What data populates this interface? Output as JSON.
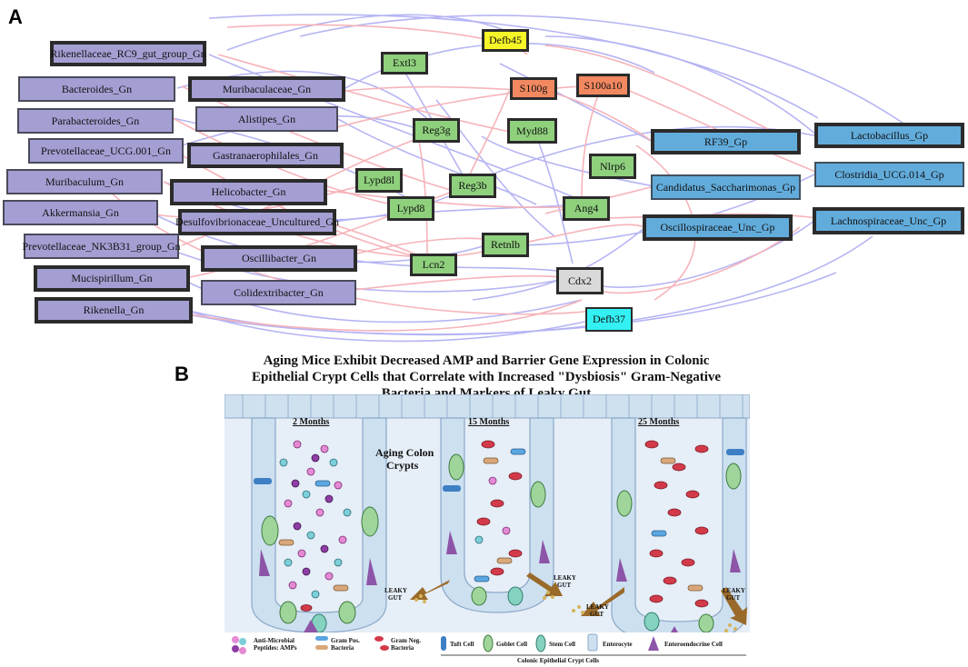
{
  "panel_a": {
    "letter": "A",
    "nodes": {
      "defb45": "Defb45",
      "extl3": "Extl3",
      "s100g": "S100g",
      "s100a10": "S100a10",
      "reg3g": "Reg3g",
      "myd88": "Myd88",
      "nlrp6": "Nlrp6",
      "lypd8l": "Lypd8l",
      "reg3b": "Reg3b",
      "lypd8": "Lypd8",
      "ang4": "Ang4",
      "retnlb": "Retnlb",
      "lcn2": "Lcn2",
      "cdx2": "Cdx2",
      "defb37": "Defb37",
      "rikenellaceae_rc9": "Rikenellaceae_RC9_gut_group_Gn",
      "bacteroides": "Bacteroides_Gn",
      "muribaculaceae": "Muribaculaceae_Gn",
      "parabacteroides": "Parabacteroides_Gn",
      "alistipes": "Alistipes_Gn",
      "prevotellaceae_ucg001": "Prevotellaceae_UCG.001_Gn",
      "gastranaerophilales": "Gastranaerophilales_Gn",
      "muribaculum": "Muribaculum_Gn",
      "helicobacter": "Helicobacter_Gn",
      "akkermansia": "Akkermansia_Gn",
      "desulfovibrionaceae": "Desulfovibrionaceae_Uncultured_Gn",
      "prevotellaceae_nk3b31": "Prevotellaceae_NK3B31_group_Gn",
      "oscillibacter": "Oscillibacter_Gn",
      "mucispirillum": "Mucispirillum_Gn",
      "colidextribacter": "Colidextribacter_Gn",
      "rikenella": "Rikenella_Gn",
      "rf39": "RF39_Gp",
      "lactobacillus": "Lactobacillus_Gp",
      "candidatus": "Candidatus_Saccharimonas_Gp",
      "clostridia": "Clostridia_UCG.014_Gp",
      "oscillospiraceae": "Oscillospiraceae_Unc_Gp",
      "lachnospiraceae": "Lachnospiraceae_Unc_Gp"
    }
  },
  "panel_b": {
    "letter": "B",
    "title_line1": "Aging Mice Exhibit Decreased AMP and Barrier Gene Expression in Colonic",
    "title_line2": "Epithelial Crypt Cells that Correlate with Increased \"Dysbiosis\" Gram-Negative",
    "title_line3": "Bacteria and Markers of Leaky Gut",
    "month_2": "2 Months",
    "month_15": "15 Months",
    "month_25": "25 Months",
    "aging_label_1": "Aging Colon",
    "aging_label_2": "Crypts",
    "leaky_1": "LEAKY",
    "leaky_2": "GUT",
    "legend": {
      "amp_1": "Anti-Microbial",
      "amp_2": "Peptides: AMPs",
      "gram_pos_1": "Gram Pos.",
      "gram_pos_2": "Bacteria",
      "gram_neg_1": "Gram Neg.",
      "gram_neg_2": "Bacteria",
      "tuft": "Tuft Cell",
      "goblet": "Goblet Cell",
      "stem": "Stem Cell",
      "enterocyte": "Enterocyte",
      "enteroendocrine": "Enteroendocrine Cell",
      "caption": "Colonic Epithelial Crypt  Cells"
    }
  },
  "colors": {
    "gram_neg_node": "#a39fd3",
    "gram_pos_node": "#62acdc",
    "gene_node": "#8fd07d",
    "positive_edge": "#f4a3a8",
    "negative_edge": "#a9a8f0"
  }
}
